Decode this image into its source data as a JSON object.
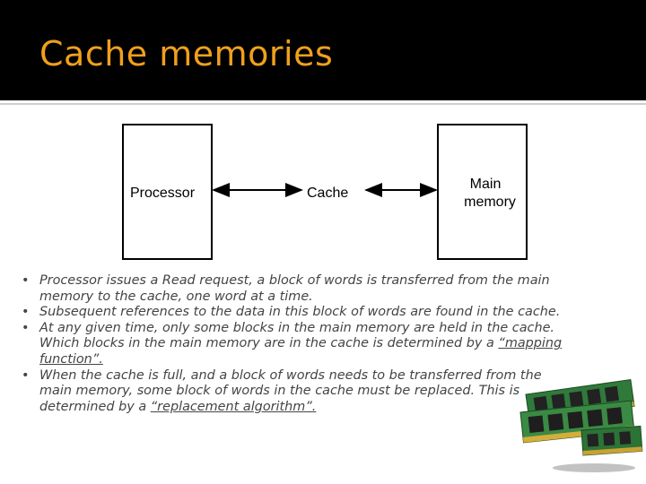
{
  "slide": {
    "title": "Cache memories"
  },
  "diagram": {
    "processor_label": "Processor",
    "cache_label": "Cache",
    "main_memory_line1": "Main",
    "main_memory_line2": "memory"
  },
  "bullets": [
    {
      "text": "Processor issues a Read request, a block of words is transferred from the main memory  to the cache, one word at a time."
    },
    {
      "text": "Subsequent references to the data in this block of words are found in the cache."
    },
    {
      "text_before": "At any given time, only some blocks in the main memory are held in the cache. Which  blocks in the main memory are in the cache is determined by a ",
      "link": "“mapping function”."
    },
    {
      "text_before": "When the cache is full, and a block of words needs to be transferred from the main  memory, some block of words in the cache must be replaced. This is determined by a ",
      "link": "“replacement algorithm”."
    }
  ],
  "colors": {
    "title": "#f0a01c",
    "header_bg": "#000000",
    "body_text": "#444444"
  }
}
